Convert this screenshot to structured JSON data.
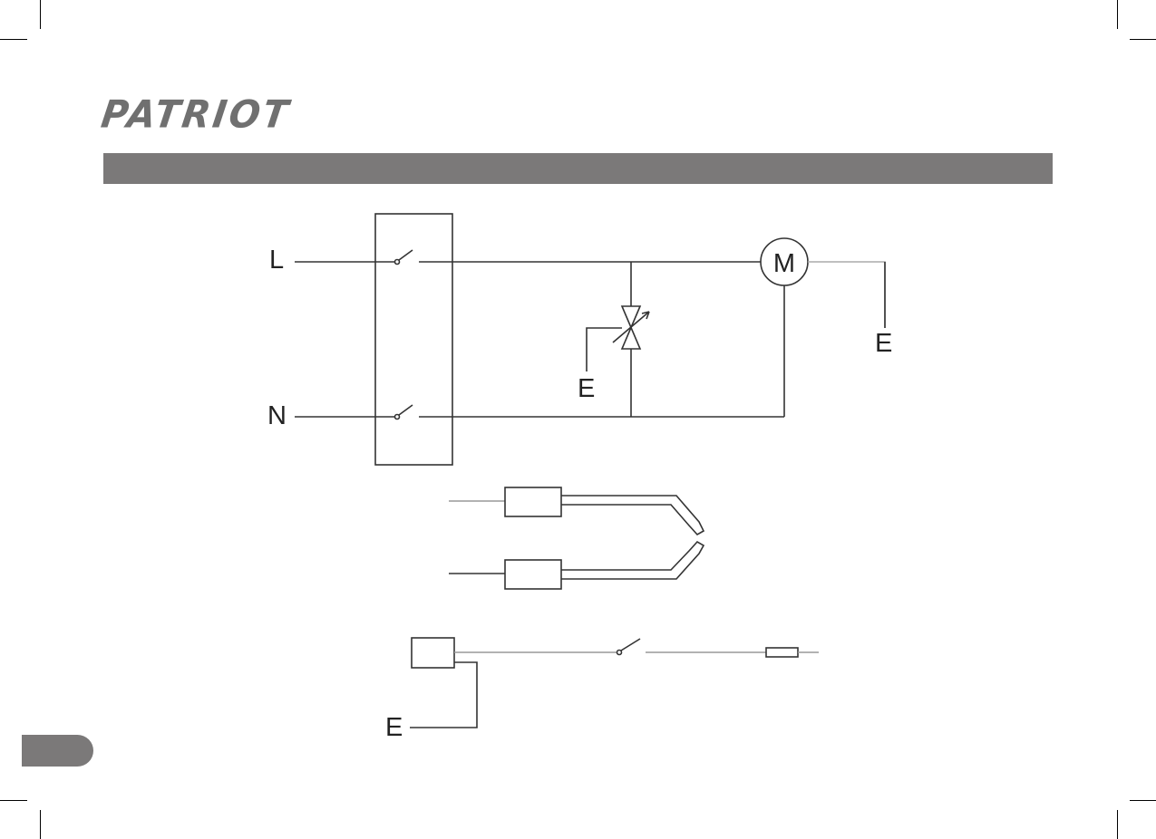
{
  "brand": {
    "logo_text": "PATRIOT"
  },
  "diagram": {
    "labels": {
      "line": "L",
      "neutral": "N",
      "motor": "M",
      "earth_valve": "E",
      "earth_motor": "E",
      "earth_bottom": "E"
    }
  },
  "colors": {
    "bar": "#7b7979",
    "logo": "#707070",
    "line": "#333333"
  }
}
